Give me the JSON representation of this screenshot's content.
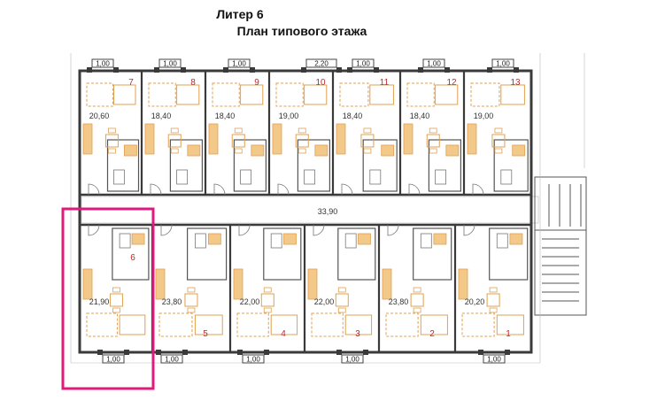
{
  "header": {
    "title": "Литер 6",
    "subtitle": "План типового этажа"
  },
  "colors": {
    "wall": "#3a3a3a",
    "furniture": "#f3c98a",
    "furniture_stroke": "#e0a050",
    "apartment_number": "#c0262c",
    "highlight": "#e0197d"
  },
  "corridor": {
    "area": "33,90"
  },
  "apartments": [
    {
      "number": "1",
      "area": "20,20"
    },
    {
      "number": "2",
      "area": "23,80"
    },
    {
      "number": "3",
      "area": "22,00"
    },
    {
      "number": "4",
      "area": "22,00"
    },
    {
      "number": "5",
      "area": "23,80"
    },
    {
      "number": "6",
      "area": "21,90"
    },
    {
      "number": "7",
      "area": "20,60"
    },
    {
      "number": "8",
      "area": "18,40"
    },
    {
      "number": "9",
      "area": "18,40"
    },
    {
      "number": "10",
      "area": "19,00"
    },
    {
      "number": "11",
      "area": "18,40"
    },
    {
      "number": "12",
      "area": "18,40"
    },
    {
      "number": "13",
      "area": "19,00"
    }
  ],
  "windows_top": [
    "1,00",
    "1,00",
    "1,00",
    "2,20",
    "1,00",
    "1,00",
    "1,00"
  ],
  "windows_bottom": [
    "1,00",
    "1,00",
    "1,00",
    "1,00",
    "1,00"
  ]
}
